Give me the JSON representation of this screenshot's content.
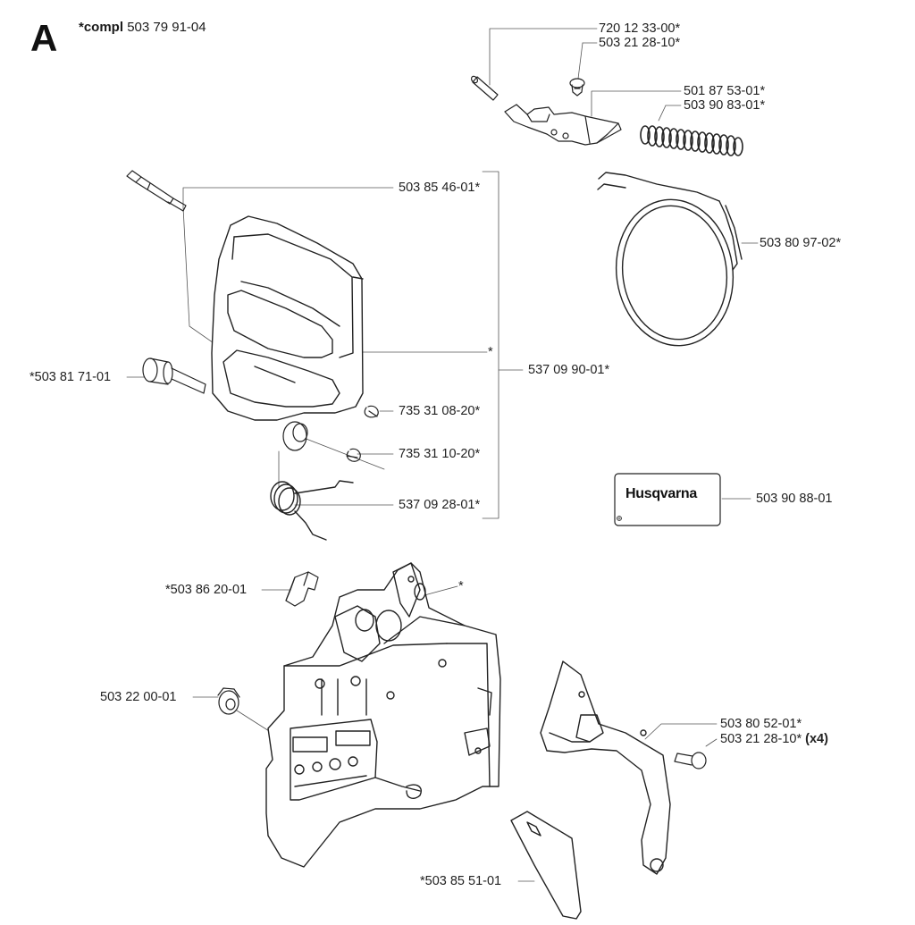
{
  "diagram": {
    "section_letter": "A",
    "kit": {
      "prefix": "*compl",
      "number": "503 79 91-04"
    },
    "callouts": [
      {
        "id": "c1",
        "part": "720 12 33-00*"
      },
      {
        "id": "c2",
        "part": "503 21 28-10*"
      },
      {
        "id": "c3",
        "part": "501 87 53-01*"
      },
      {
        "id": "c4",
        "part": "503 90 83-01*"
      },
      {
        "id": "c5",
        "part": "503 85 46-01*"
      },
      {
        "id": "c6",
        "part": "503 80 97-02*"
      },
      {
        "id": "c7",
        "part": "*"
      },
      {
        "id": "c8",
        "part": "537 09 90-01*"
      },
      {
        "id": "c9",
        "part": "*503 81 71-01"
      },
      {
        "id": "c10",
        "part": "735 31 08-20*"
      },
      {
        "id": "c11",
        "part": "735 31 10-20*"
      },
      {
        "id": "c12",
        "part": "537 09 28-01*"
      },
      {
        "id": "c13",
        "part": "503 90 88-01"
      },
      {
        "id": "c14",
        "part": "*503 86 20-01"
      },
      {
        "id": "c15",
        "part": "*"
      },
      {
        "id": "c16",
        "part": "503 22 00-01"
      },
      {
        "id": "c17",
        "part": "503 80 52-01*"
      },
      {
        "id": "c18",
        "part": "503 21 28-10*",
        "quantity": "(x4)"
      },
      {
        "id": "c19",
        "part": "*503 85 51-01"
      }
    ],
    "decal_brand": "Husqvarna"
  }
}
